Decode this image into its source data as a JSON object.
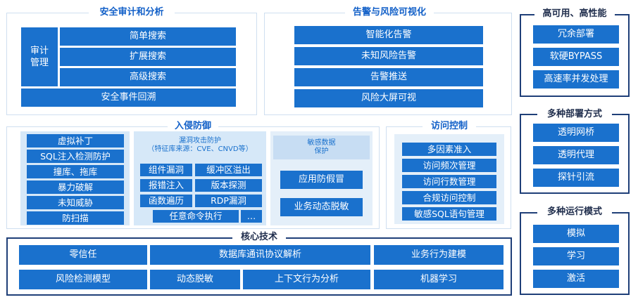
{
  "audit": {
    "title": "安全审计和分析",
    "left_label": "审计\n管理",
    "items": [
      "简单搜索",
      "扩展搜索",
      "高级搜索"
    ],
    "bottom": "安全事件回溯"
  },
  "alert": {
    "title": "告警与风险可视化",
    "items": [
      "智能化告警",
      "未知风险告警",
      "告警推送",
      "风险大屏可视"
    ]
  },
  "ha": {
    "title": "高可用、高性能",
    "items": [
      "冗余部署",
      "软硬BYPASS",
      "高速率并发处理"
    ]
  },
  "deploy": {
    "title": "多种部署方式",
    "items": [
      "透明网桥",
      "透明代理",
      "探针引流"
    ]
  },
  "mode": {
    "title": "多种运行模式",
    "items": [
      "模拟",
      "学习",
      "激活"
    ]
  },
  "intrusion": {
    "title": "入侵防御",
    "left_items": [
      "虚拟补丁",
      "SQL注入检测防护",
      "撞库、拖库",
      "暴力破解",
      "未知威胁",
      "防扫描"
    ],
    "vuln_title": "漏洞攻击防护\n（特征库来源：CVE、CNVD等）",
    "vuln_items": [
      "组件漏洞",
      "缓冲区溢出",
      "报错注入",
      "版本探测",
      "函数遍历",
      "RDP漏洞",
      "任意命令执行",
      "…"
    ],
    "sensitive_title": "敏感数据\n保护",
    "sensitive_items": [
      "应用防假冒",
      "业务动态脱敏"
    ]
  },
  "access": {
    "title": "访问控制",
    "items": [
      "多因素准入",
      "访问频次管理",
      "访问行数管理",
      "合规访问控制",
      "敏感SQL语句管理"
    ]
  },
  "core": {
    "title": "核心技术",
    "row1": [
      "零信任",
      "数据库通讯协议解析",
      "业务行为建模"
    ],
    "row2": [
      "风险检测模型",
      "动态脱敏",
      "上下文行为分析",
      "机器学习"
    ]
  },
  "colors": {
    "box_blue": "#1a71cd",
    "light_blue": "#d6e8f8",
    "title_blue": "#1260c8",
    "dark_border": "#1f3f78"
  }
}
